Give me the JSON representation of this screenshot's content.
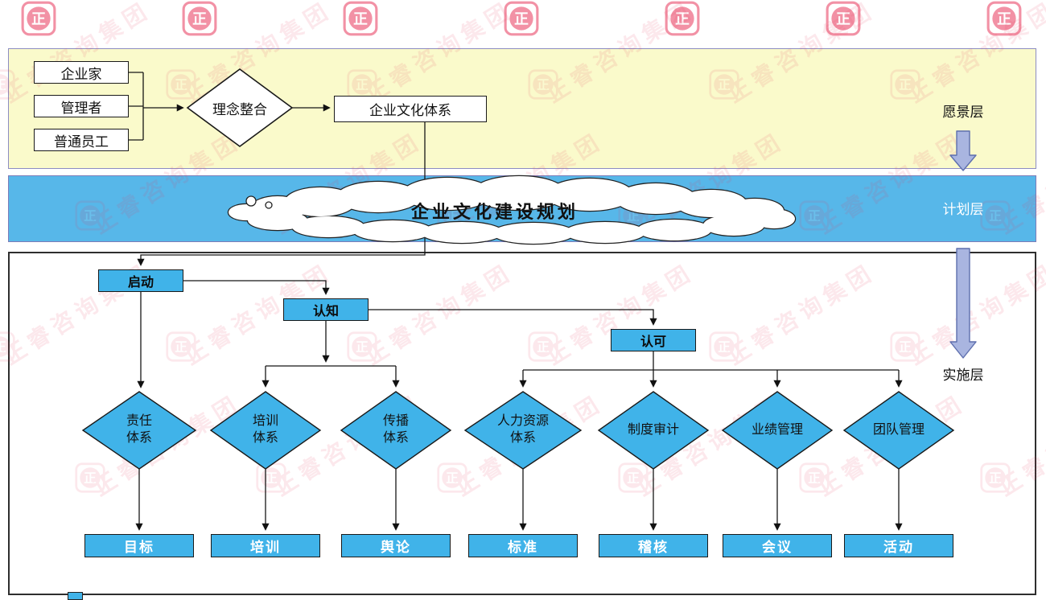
{
  "watermark": {
    "text": "正睿咨询集团",
    "logo_glyph": "正"
  },
  "vision_layer": {
    "label": "愿景层",
    "sources": [
      {
        "label": "企业家"
      },
      {
        "label": "管理者"
      },
      {
        "label": "普通员工"
      }
    ],
    "integration_label": "理念整合",
    "system_label": "企业文化体系"
  },
  "plan_layer": {
    "label": "计划层",
    "cloud_title": "企业文化建设规划"
  },
  "implementation_layer": {
    "label": "实施层",
    "stages": [
      {
        "label": "启动"
      },
      {
        "label": "认知"
      },
      {
        "label": "认可"
      }
    ],
    "systems": [
      {
        "label": "责任\n体系"
      },
      {
        "label": "培训\n体系"
      },
      {
        "label": "传播\n体系"
      },
      {
        "label": "人力资源\n体系"
      },
      {
        "label": "制度审计"
      },
      {
        "label": "业绩管理"
      },
      {
        "label": "团队管理"
      }
    ],
    "outputs": [
      {
        "label": "目标"
      },
      {
        "label": "培训"
      },
      {
        "label": "舆论"
      },
      {
        "label": "标准"
      },
      {
        "label": "稽核"
      },
      {
        "label": "会议"
      },
      {
        "label": "活动"
      }
    ]
  },
  "colors": {
    "band_yellow": "#FAFACB",
    "band_blue": "#57B7E9",
    "node_blue": "#40B3E9",
    "watermark_red": "#E8395C",
    "arrow_fill": "#A9B5E0",
    "arrow_stroke": "#5E6FAE"
  }
}
